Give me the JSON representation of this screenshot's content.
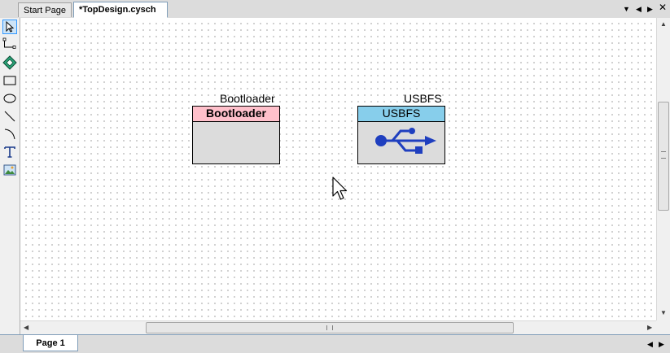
{
  "tabs": {
    "start_page": "Start Page",
    "top_design": "*TopDesign.cysch"
  },
  "canvas": {
    "components": {
      "bootloader": {
        "instance_name": "Bootloader",
        "title": "Bootloader",
        "header_color": "#ffc0cb"
      },
      "usbfs": {
        "instance_name": "USBFS",
        "title": "USBFS",
        "header_color": "#87ceeb",
        "icon": "usb-icon"
      }
    }
  },
  "pages": {
    "page1": "Page 1"
  },
  "toolbox": [
    "pointer-icon",
    "wire-icon",
    "component-icon",
    "rectangle-icon",
    "ellipse-icon",
    "line-icon",
    "arc-icon",
    "text-icon",
    "image-icon"
  ],
  "colors": {
    "accent": "#3399ff",
    "usb_icon": "#1f3fbf"
  }
}
